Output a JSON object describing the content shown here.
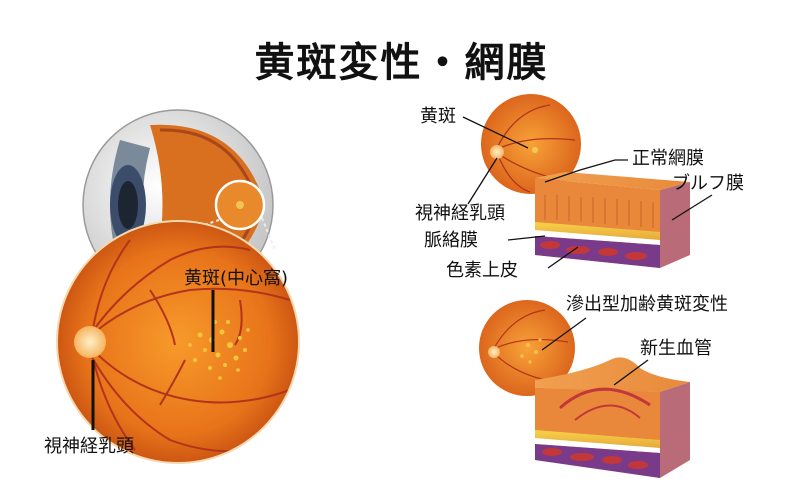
{
  "title": "黄斑変性・網膜",
  "left_panel": {
    "macula_label": "黄斑(中心窩)",
    "optic_disc_label": "視神経乳頭"
  },
  "right_top": {
    "macula_label": "黄斑",
    "normal_retina_label": "正常網膜",
    "bruch_label": "ブルフ膜",
    "optic_disc_label": "視神経乳頭",
    "choroid_label": "脈絡膜",
    "rpe_label": "色素上皮"
  },
  "right_bottom": {
    "amd_label": "滲出型加齢黄斑変性",
    "new_vessel_label": "新生血管"
  }
}
